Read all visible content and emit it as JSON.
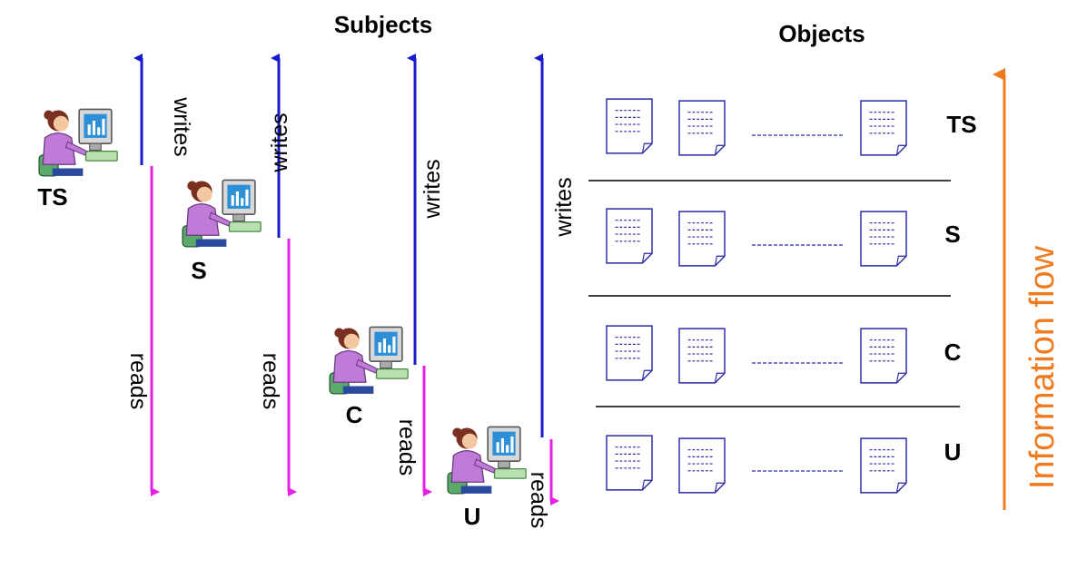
{
  "headers": {
    "subjects": "Subjects",
    "objects": "Objects"
  },
  "levels": [
    "TS",
    "S",
    "C",
    "U"
  ],
  "subjects": [
    {
      "level": "TS",
      "label": "TS",
      "write_label": "writes",
      "read_label": "reads"
    },
    {
      "level": "S",
      "label": "S",
      "write_label": "writes",
      "read_label": "reads"
    },
    {
      "level": "C",
      "label": "C",
      "write_label": "writes",
      "read_label": "reads"
    },
    {
      "level": "U",
      "label": "U",
      "write_label": "writes",
      "read_label": "reads"
    }
  ],
  "object_rows": [
    {
      "level": "TS",
      "label": "TS"
    },
    {
      "level": "S",
      "label": "S"
    },
    {
      "level": "C",
      "label": "C"
    },
    {
      "level": "U",
      "label": "U"
    }
  ],
  "flow_label": "Information flow",
  "colors": {
    "write_arrow": "#1a1acc",
    "read_arrow": "#e61ee6",
    "flow_arrow": "#f07a1e",
    "document": "#2a2aa8",
    "separator": "#000000"
  },
  "icons": {
    "subject": "user-at-computer-icon",
    "object": "document-icon"
  }
}
